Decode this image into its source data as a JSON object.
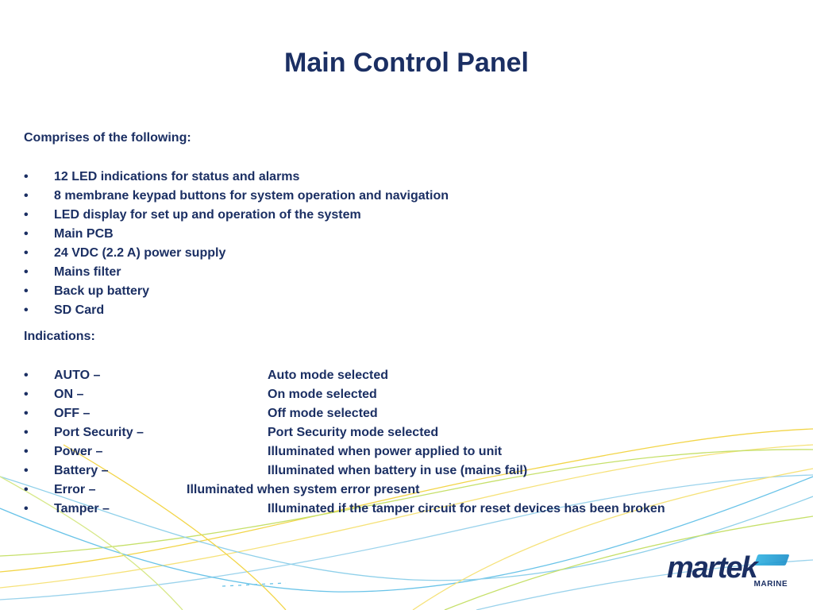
{
  "title": "Main Control Panel",
  "components": {
    "heading": "Comprises of the following:",
    "items": [
      "12 LED indications for status and alarms",
      "8 membrane keypad buttons for system operation and navigation",
      "LED display for set up and operation of the system",
      "Main PCB",
      "24 VDC (2.2 A) power supply",
      "Mains filter",
      "Back up battery",
      "SD Card"
    ]
  },
  "indications": {
    "heading": "Indications:",
    "items": [
      {
        "label": "AUTO –",
        "desc": "Auto mode selected"
      },
      {
        "label": "ON –",
        "desc": "On mode selected"
      },
      {
        "label": "OFF –",
        "desc": "Off mode selected"
      },
      {
        "label": "Port Security –",
        "desc": "Port Security mode selected"
      },
      {
        "label": "Power –",
        "desc": "Illuminated when power applied to unit"
      },
      {
        "label": "Battery –",
        "desc": "Illuminated when battery in use (mains fail)"
      },
      {
        "label": "Error –",
        "desc": "Illuminated when system error present"
      },
      {
        "label": "Tamper –",
        "desc": "Illuminated if the tamper circuit for reset devices has been broken"
      }
    ]
  },
  "bullet": "•",
  "logo": {
    "mark": "martek",
    "sub": "MARINE"
  },
  "colors": {
    "text": "#1b2f63",
    "wave_yellow": "#f2d548",
    "wave_blue": "#69c3e8",
    "wave_green": "#c6e06a"
  }
}
